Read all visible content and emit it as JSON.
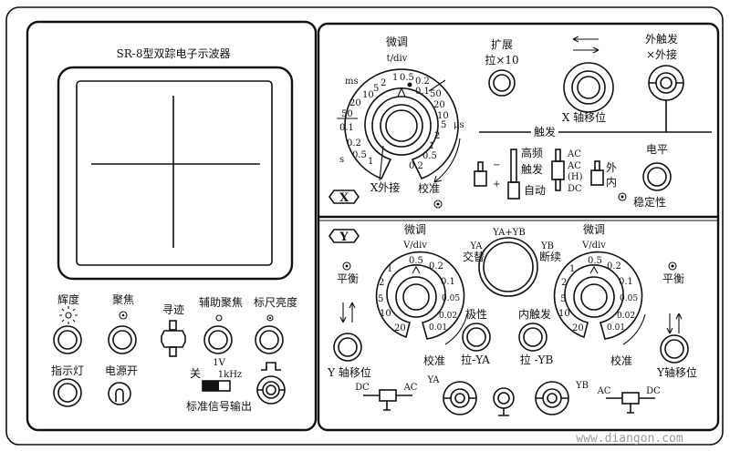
{
  "title": "SR-8型双踪电子示波器",
  "left": {
    "brightness": "辉度",
    "focus": "聚焦",
    "trace_find": "寻迹",
    "aux_focus": "辅助聚焦",
    "scale_brightness": "标尺亮度",
    "indicator": "指示灯",
    "power": "电源开",
    "cal_voltage": "1V",
    "cal_off": "关",
    "cal_freq": "1kHz",
    "cal_output": "标准信号输出"
  },
  "x_section": {
    "badge": "X",
    "fine": "微调",
    "unit": "t/div",
    "ms": "ms",
    "us": "μs",
    "s": "s",
    "ticks_ms": [
      "10",
      "5",
      "2",
      "1",
      "0.5",
      "0.2",
      "0.1",
      "10",
      "20",
      "50"
    ],
    "ticks_s": [
      "0.1",
      "0.2",
      "0.5",
      "1"
    ],
    "ticks_us": [
      "50",
      "20",
      "10",
      "5",
      "2",
      "1",
      "0.5",
      "0.2"
    ],
    "x_ext": "X外接",
    "calibrate": "校准",
    "expand": "扩展",
    "pull10": "拉×10",
    "x_pos": "X  轴移位",
    "ext_trig": "外触发",
    "x_ext_in": "×外接",
    "trigger": "触发",
    "minus": "−",
    "plus": "+",
    "hf": "高频",
    "trig": "触发",
    "auto": "自动",
    "ac": "AC",
    "ach": "AC",
    "h": "(H)",
    "dc": "DC",
    "external": "外",
    "internal": "内",
    "level": "电平",
    "stability": "稳定性"
  },
  "y_section": {
    "badge": "Y",
    "fine": "微调",
    "unit": "V/div",
    "ticks": [
      "1",
      "0.5",
      "0.2",
      "0.1",
      "0.05",
      "0.02",
      "0.01",
      "20",
      "10",
      "5",
      "2"
    ],
    "balance": "平衡",
    "y_pos": "Y 轴移位",
    "y_pos_right": "Y轴移位",
    "calibrate": "校准",
    "mode_sum": "YA+YB",
    "ya": "YA",
    "alternate": "交替",
    "yb": "YB",
    "chop": "断续",
    "polarity": "极性",
    "pull_ya": "拉-YA",
    "int_trig": "内触发",
    "pull_yb": "拉 -YB",
    "dc": "DC",
    "ac": "AC",
    "ya_in": "YA",
    "yb_in": "YB"
  },
  "watermark": "www.diangon.com"
}
